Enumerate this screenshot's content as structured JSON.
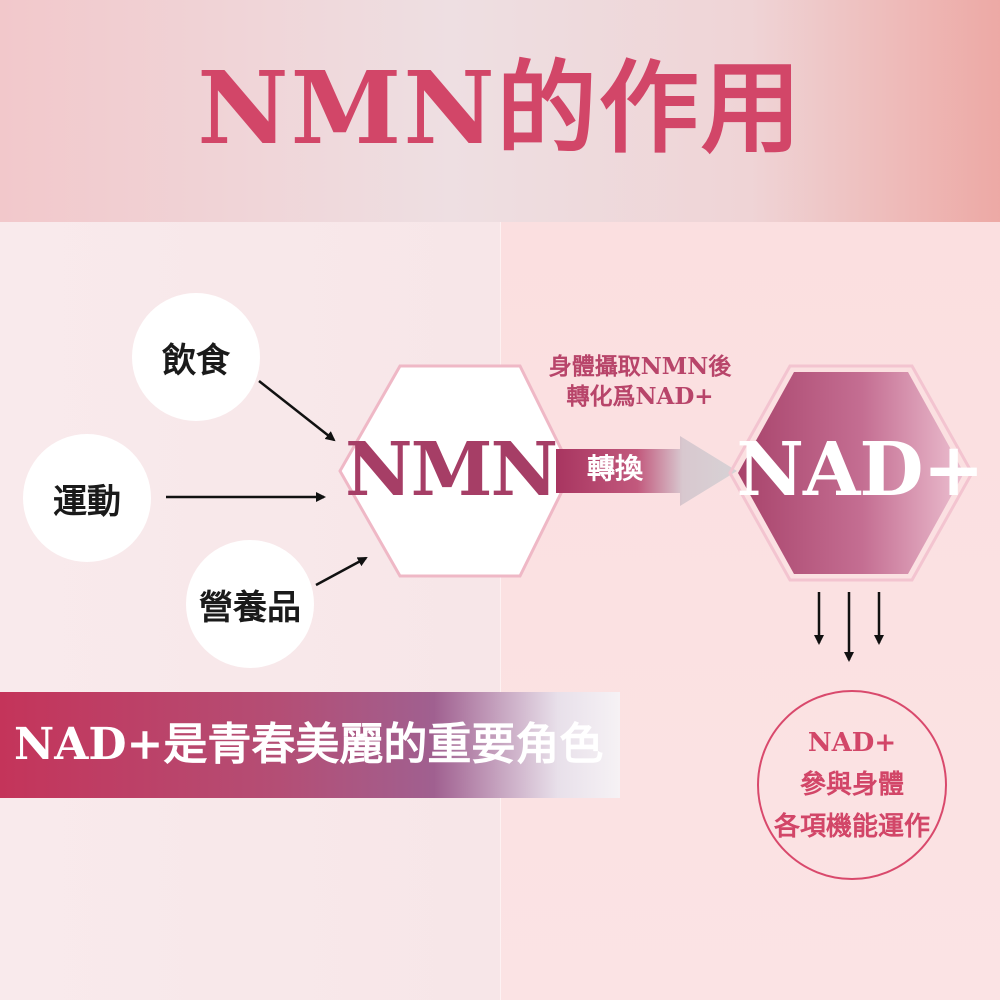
{
  "title": "NMN的作用",
  "inputs": {
    "diet": "飲食",
    "exercise": "運動",
    "supplements": "營養品"
  },
  "nmn_hexagon": {
    "label": "NMN"
  },
  "conversion": {
    "note_line1": "身體攝取NMN後",
    "note_line2": "轉化爲NAD+",
    "arrow_label": "轉換"
  },
  "nad_hexagon": {
    "label": "NAD+"
  },
  "result_circle": {
    "line1": "NAD+",
    "line2": "參與身體",
    "line3": "各項機能運作"
  },
  "banner": {
    "text": "NAD+是青春美麗的重要角色"
  },
  "colors": {
    "title": "#d24668",
    "nmn_text": "#a63e66",
    "nad_fill_dark": "#a8436b",
    "nad_fill_light": "#ecbfd0",
    "banner_start": "#c4345a"
  }
}
